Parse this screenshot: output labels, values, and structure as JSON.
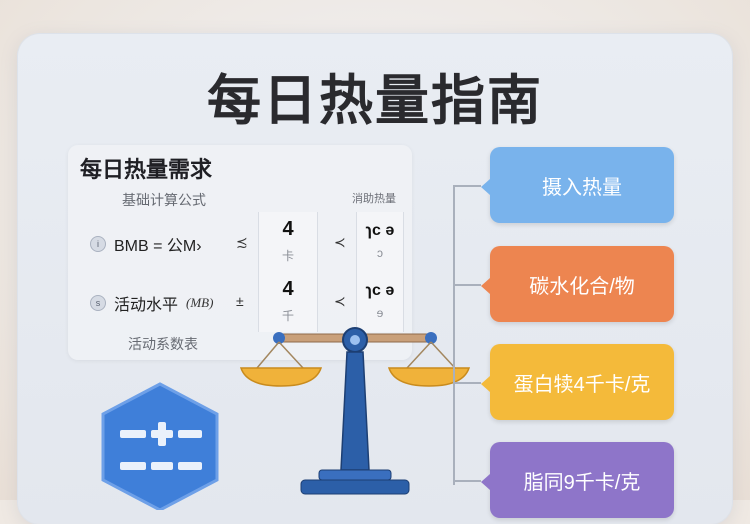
{
  "title": "每日热量指南",
  "card": {
    "title": "每日热量需求",
    "subtitle": "基础计算公式",
    "subtitle_right": "消助热量",
    "rows": [
      {
        "icon": "i",
        "label": "BMB = 公M›",
        "unit": "",
        "mark1": "≾",
        "cell1_num": "4",
        "cell1_small": "卡",
        "mark2": "≺",
        "cell2_top": "ɿc ə",
        "cell2_small": "ɔ"
      },
      {
        "icon": "s",
        "label": "活动水平",
        "unit": "(MB)",
        "mark1": "±",
        "cell1_num": "4",
        "cell1_small": "千",
        "mark2": "≺",
        "cell2_top": "ɿc ə",
        "cell2_small": "ɘ"
      }
    ],
    "footer": "活动系数表"
  },
  "pills": [
    {
      "label": "摄入热量",
      "color": "#79b3ec"
    },
    {
      "label": "碳水化合/物",
      "color": "#ed8550"
    },
    {
      "label": "蛋白犊4千卡/克",
      "color": "#f4ba3a"
    },
    {
      "label": "脂同9千卡/克",
      "color": "#8e75c9"
    }
  ],
  "icons": {
    "calculator": "calculator-icon",
    "scale": "balance-scale-icon"
  },
  "colors": {
    "hex_blue": "#3f7fd9",
    "scale_blue": "#2c5fa8",
    "pan_gold": "#f0b23a"
  }
}
